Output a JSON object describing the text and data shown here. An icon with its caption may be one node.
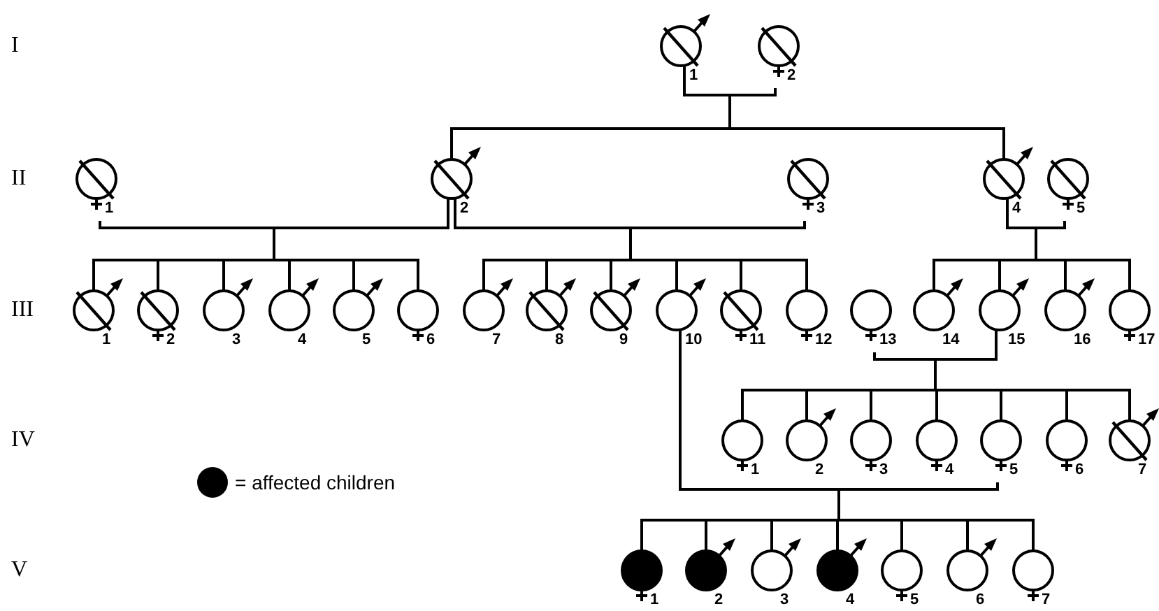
{
  "diagram": {
    "nodes": [
      {
        "text": [
          "1"
        ]
      },
      {
        "text": [
          "2"
        ]
      },
      {
        "text": [
          "1"
        ]
      },
      {
        "text": [
          "2"
        ]
      },
      {
        "text": [
          "3"
        ]
      },
      {
        "text": [
          "4"
        ]
      },
      {
        "text": [
          "5"
        ]
      },
      {
        "text": [
          "1"
        ]
      },
      {
        "text": [
          "2"
        ]
      },
      {
        "text": [
          "3"
        ]
      },
      {
        "text": [
          "4"
        ]
      },
      {
        "text": [
          "5"
        ]
      },
      {
        "text": [
          "6"
        ]
      },
      {
        "text": [
          "7"
        ]
      },
      {
        "text": [
          "8"
        ]
      },
      {
        "text": [
          "9"
        ]
      },
      {
        "text": [
          "10"
        ]
      },
      {
        "text": [
          "11"
        ]
      },
      {
        "text": [
          "12"
        ]
      },
      {
        "text": [
          "13"
        ]
      },
      {
        "text": [
          "14"
        ]
      },
      {
        "text": [
          "15"
        ]
      },
      {
        "text": [
          "16"
        ]
      },
      {
        "text": [
          "17"
        ]
      },
      {
        "text": [
          "1"
        ]
      },
      {
        "text": [
          "2"
        ]
      },
      {
        "text": [
          "3"
        ]
      },
      {
        "text": [
          "4"
        ]
      },
      {
        "text": [
          "5"
        ]
      },
      {
        "text": [
          "6"
        ]
      },
      {
        "text": [
          "7"
        ]
      },
      {
        "text": [
          "1"
        ]
      },
      {
        "text": [
          "2"
        ]
      },
      {
        "text": [
          "3"
        ]
      },
      {
        "text": [
          "4"
        ]
      },
      {
        "text": [
          "5"
        ]
      },
      {
        "text": [
          "6"
        ]
      },
      {
        "text": [
          "7"
        ]
      }
    ],
    "edges": [
      {
        "from": 0,
        "to": 1,
        "arrow": "none"
      },
      {
        "from": 0,
        "to": 3,
        "arrow": "none"
      },
      {
        "from": 1,
        "to": 3,
        "arrow": "none"
      },
      {
        "from": 0,
        "to": 5,
        "arrow": "none"
      },
      {
        "from": 1,
        "to": 5,
        "arrow": "none"
      },
      {
        "from": 2,
        "to": 3,
        "arrow": "none"
      },
      {
        "from": 2,
        "to": 7,
        "arrow": "none"
      },
      {
        "from": 2,
        "to": 8,
        "arrow": "none"
      },
      {
        "from": 2,
        "to": 9,
        "arrow": "none"
      },
      {
        "from": 2,
        "to": 10,
        "arrow": "none"
      },
      {
        "from": 2,
        "to": 11,
        "arrow": "none"
      },
      {
        "from": 2,
        "to": 12,
        "arrow": "none"
      },
      {
        "from": 3,
        "to": 7,
        "arrow": "none"
      },
      {
        "from": 3,
        "to": 8,
        "arrow": "none"
      },
      {
        "from": 3,
        "to": 9,
        "arrow": "none"
      },
      {
        "from": 3,
        "to": 10,
        "arrow": "none"
      },
      {
        "from": 3,
        "to": 11,
        "arrow": "none"
      },
      {
        "from": 3,
        "to": 12,
        "arrow": "none"
      },
      {
        "from": 3,
        "to": 4,
        "arrow": "none"
      },
      {
        "from": 3,
        "to": 13,
        "arrow": "none"
      },
      {
        "from": 3,
        "to": 14,
        "arrow": "none"
      },
      {
        "from": 3,
        "to": 15,
        "arrow": "none"
      },
      {
        "from": 3,
        "to": 16,
        "arrow": "none"
      },
      {
        "from": 3,
        "to": 17,
        "arrow": "none"
      },
      {
        "from": 3,
        "to": 18,
        "arrow": "none"
      },
      {
        "from": 4,
        "to": 13,
        "arrow": "none"
      },
      {
        "from": 4,
        "to": 14,
        "arrow": "none"
      },
      {
        "from": 4,
        "to": 15,
        "arrow": "none"
      },
      {
        "from": 4,
        "to": 16,
        "arrow": "none"
      },
      {
        "from": 4,
        "to": 17,
        "arrow": "none"
      },
      {
        "from": 4,
        "to": 18,
        "arrow": "none"
      },
      {
        "from": 5,
        "to": 6,
        "arrow": "none"
      },
      {
        "from": 5,
        "to": 20,
        "arrow": "none"
      },
      {
        "from": 5,
        "to": 21,
        "arrow": "none"
      },
      {
        "from": 5,
        "to": 22,
        "arrow": "none"
      },
      {
        "from": 5,
        "to": 23,
        "arrow": "none"
      },
      {
        "from": 6,
        "to": 20,
        "arrow": "none"
      },
      {
        "from": 6,
        "to": 21,
        "arrow": "none"
      },
      {
        "from": 6,
        "to": 22,
        "arrow": "none"
      },
      {
        "from": 6,
        "to": 23,
        "arrow": "none"
      },
      {
        "from": 19,
        "to": 21,
        "arrow": "none"
      },
      {
        "from": 19,
        "to": 24,
        "arrow": "none"
      },
      {
        "from": 19,
        "to": 25,
        "arrow": "none"
      },
      {
        "from": 19,
        "to": 26,
        "arrow": "none"
      },
      {
        "from": 19,
        "to": 27,
        "arrow": "none"
      },
      {
        "from": 19,
        "to": 28,
        "arrow": "none"
      },
      {
        "from": 19,
        "to": 29,
        "arrow": "none"
      },
      {
        "from": 19,
        "to": 30,
        "arrow": "none"
      },
      {
        "from": 21,
        "to": 24,
        "arrow": "none"
      },
      {
        "from": 21,
        "to": 25,
        "arrow": "none"
      },
      {
        "from": 21,
        "to": 26,
        "arrow": "none"
      },
      {
        "from": 21,
        "to": 27,
        "arrow": "none"
      },
      {
        "from": 21,
        "to": 28,
        "arrow": "none"
      },
      {
        "from": 21,
        "to": 29,
        "arrow": "none"
      },
      {
        "from": 21,
        "to": 30,
        "arrow": "none"
      },
      {
        "from": 16,
        "to": 28,
        "arrow": "none"
      },
      {
        "from": 16,
        "to": 31,
        "arrow": "none"
      },
      {
        "from": 16,
        "to": 32,
        "arrow": "none"
      },
      {
        "from": 16,
        "to": 33,
        "arrow": "none"
      },
      {
        "from": 16,
        "to": 34,
        "arrow": "none"
      },
      {
        "from": 16,
        "to": 35,
        "arrow": "none"
      },
      {
        "from": 16,
        "to": 36,
        "arrow": "none"
      },
      {
        "from": 16,
        "to": 37,
        "arrow": "none"
      },
      {
        "from": 28,
        "to": 31,
        "arrow": "none"
      },
      {
        "from": 28,
        "to": 32,
        "arrow": "none"
      },
      {
        "from": 28,
        "to": 33,
        "arrow": "none"
      },
      {
        "from": 28,
        "to": 34,
        "arrow": "none"
      },
      {
        "from": 28,
        "to": 35,
        "arrow": "none"
      },
      {
        "from": 28,
        "to": 36,
        "arrow": "none"
      },
      {
        "from": 28,
        "to": 37,
        "arrow": "none"
      }
    ],
    "labels": [
      "I",
      "II",
      "III",
      "IV",
      "V"
    ],
    "legend": [
      {
        "text": "= affected children",
        "color": "#000000"
      }
    ]
  }
}
